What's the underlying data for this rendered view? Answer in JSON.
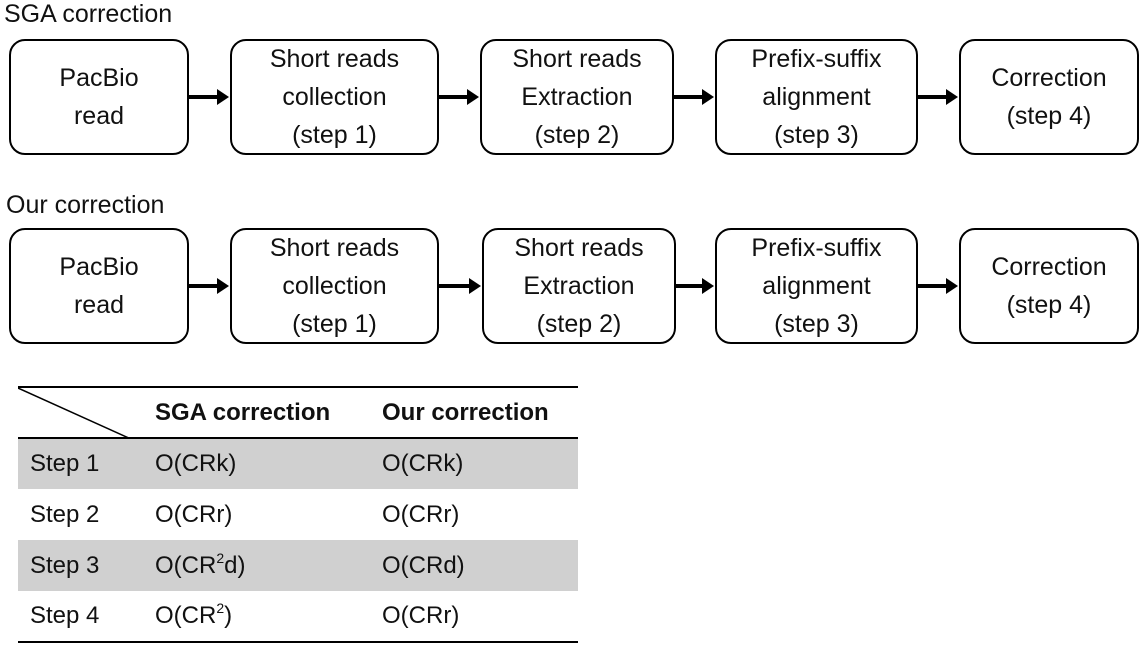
{
  "sga": {
    "title": "SGA correction",
    "boxes": [
      {
        "lines": [
          "PacBio",
          "read"
        ]
      },
      {
        "lines": [
          "Short reads",
          "collection",
          "(step 1)"
        ]
      },
      {
        "lines": [
          "Short reads",
          "Extraction",
          "(step 2)"
        ]
      },
      {
        "lines": [
          "Prefix-suffix",
          "alignment",
          "(step 3)"
        ]
      },
      {
        "lines": [
          "Correction",
          "(step 4)"
        ]
      }
    ]
  },
  "ours": {
    "title": "Our correction",
    "boxes": [
      {
        "lines": [
          "PacBio",
          "read"
        ]
      },
      {
        "lines": [
          "Short reads",
          "collection",
          "(step 1)"
        ]
      },
      {
        "lines": [
          "Short reads",
          "Extraction",
          "(step 2)"
        ]
      },
      {
        "lines": [
          "Prefix-suffix",
          "alignment",
          "(step 3)"
        ]
      },
      {
        "lines": [
          "Correction",
          "(step 4)"
        ]
      }
    ]
  },
  "table": {
    "headers": [
      "SGA correction",
      "Our correction"
    ],
    "rows": [
      {
        "step": "Step 1",
        "sga_pre": "O(CRk)",
        "sga_sup": "",
        "sga_post": "",
        "ours": "O(CRk)"
      },
      {
        "step": "Step 2",
        "sga_pre": "O(CRr)",
        "sga_sup": "",
        "sga_post": "",
        "ours": "O(CRr)"
      },
      {
        "step": "Step 3",
        "sga_pre": "O(CR",
        "sga_sup": "2",
        "sga_post": "d)",
        "ours": "O(CRd)"
      },
      {
        "step": "Step 4",
        "sga_pre": "O(CR",
        "sga_sup": "2",
        "sga_post": ")",
        "ours": "O(CRr)"
      }
    ]
  }
}
